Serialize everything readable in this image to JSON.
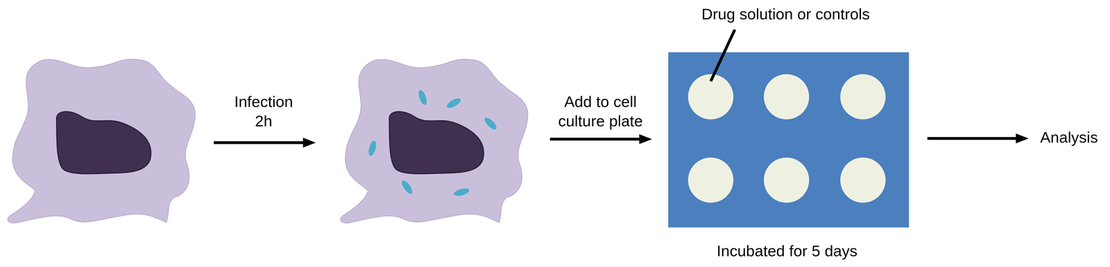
{
  "diagram": {
    "labels": [
      "Drug solution or controls",
      "Infection 2h",
      "Add to cell culture plate",
      "Incubated for 5 days",
      "Analysis"
    ]
  }
}
